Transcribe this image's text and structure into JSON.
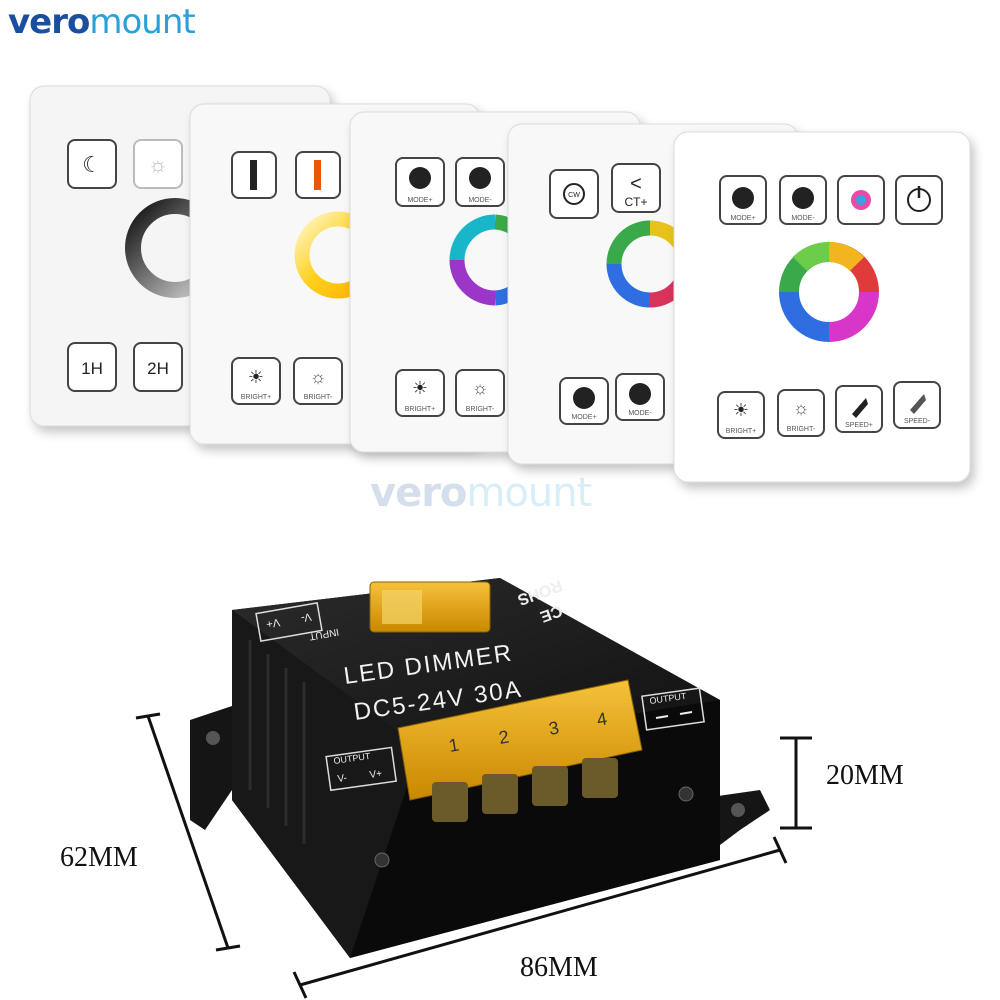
{
  "brand": {
    "logo_part1": "vero",
    "logo_part2": "mount",
    "watermark_part1": "vero",
    "watermark_part2": "mount"
  },
  "panels": {
    "p1": {
      "btn_tl": "",
      "btn_tr": "",
      "btn_bl": "1H",
      "btn_br": "2H"
    },
    "p2": {
      "bl_caption": "BRIGHT+",
      "br_caption": "BRIGHT-"
    },
    "p3": {
      "tl_caption": "MODE+",
      "tr_caption": "MODE-",
      "bl_caption": "BRIGHT+",
      "br_caption": "BRIGHT-"
    },
    "p4": {
      "tl_caption": "CW",
      "tr_symbol": "<",
      "tr_caption": "CT+",
      "bl_caption": "MODE+",
      "br_caption": "MODE-"
    },
    "p5": {
      "t1_caption": "MODE+",
      "t2_caption": "MODE-",
      "b1_caption": "BRIGHT+",
      "b2_caption": "BRIGHT-",
      "b3_caption": "SPEED+",
      "b4_caption": "SPEED-"
    }
  },
  "dimmer": {
    "title": "LED DIMMER",
    "spec": "DC5-24V  30A",
    "input_label": "INPUT",
    "input_v_plus": "V+",
    "input_v_minus": "V-",
    "output_label_left": "OUTPUT",
    "output_label_right": "OUTPUT",
    "left_v_minus": "V-",
    "left_v_plus": "V+",
    "rohs": "ROHS",
    "ce": "CE",
    "terminals": [
      "1",
      "2",
      "3",
      "4"
    ]
  },
  "dimensions": {
    "width": "86MM",
    "height": "62MM",
    "depth": "20MM"
  }
}
